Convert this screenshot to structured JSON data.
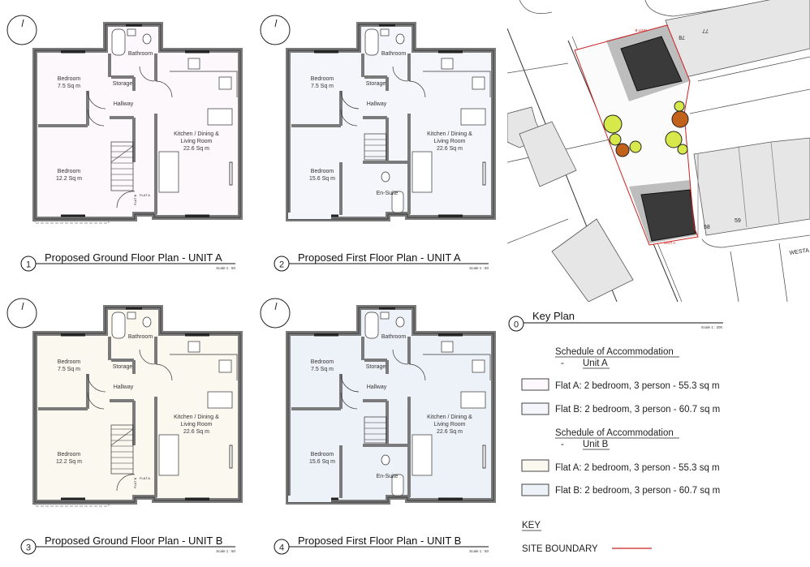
{
  "plans": [
    {
      "number": "1",
      "title": "Proposed Ground Floor Plan - UNIT A",
      "scale": "Scale  1 : 50",
      "floor": "ground",
      "fill": "#fcf8fc",
      "rooms": {
        "bathroom": "Bathroom",
        "storage": "Storage",
        "hallway": "Hallway",
        "bed_small": "Bedroom",
        "bed_small_area": "7.5 Sq m",
        "bed_large": "Bedroom",
        "bed_large_area": "12.2 Sq m",
        "kitchen_1": "Kitchen / Dining &",
        "kitchen_2": "Living Room",
        "kitchen_area": "22.6 Sq m",
        "entrance": "FLAT A",
        "entrance_b": "FLAT B"
      }
    },
    {
      "number": "2",
      "title": "Proposed First Floor Plan - UNIT A",
      "scale": "Scale  1 : 50",
      "floor": "first",
      "fill": "#f4f6fb",
      "rooms": {
        "bathroom": "Bathroom",
        "storage": "Storage",
        "hallway": "Hallway",
        "bed_small": "Bedroom",
        "bed_small_area": "7.5 Sq m",
        "bed_large": "Bedroom",
        "bed_large_area": "15.6 Sq m",
        "kitchen_1": "Kitchen / Dining &",
        "kitchen_2": "Living Room",
        "kitchen_area": "22.6 Sq m",
        "ensuite": "En-Suite"
      }
    },
    {
      "number": "3",
      "title": "Proposed Ground Floor Plan - UNIT B",
      "scale": "Scale  1 : 50",
      "floor": "ground",
      "fill": "#fbf8f0",
      "rooms": {
        "bathroom": "Bathroom",
        "storage": "Storage",
        "hallway": "Hallway",
        "bed_small": "Bedroom",
        "bed_small_area": "7.5 Sq m",
        "bed_large": "Bedroom",
        "bed_large_area": "12.2 Sq m",
        "kitchen_1": "Kitchen / Dining &",
        "kitchen_2": "Living Room",
        "kitchen_area": "22.6 Sq m",
        "entrance": "FLAT A",
        "entrance_b": "FLAT B"
      }
    },
    {
      "number": "4",
      "title": "Proposed First Floor Plan - UNIT B",
      "scale": "Scale  1 : 50",
      "floor": "first",
      "fill": "#edf2f8",
      "rooms": {
        "bathroom": "Bathroom",
        "storage": "Storage",
        "hallway": "Hallway",
        "bed_small": "Bedroom",
        "bed_small_area": "7.5 Sq m",
        "bed_large": "Bedroom",
        "bed_large_area": "15.6 Sq m",
        "kitchen_1": "Kitchen / Dining &",
        "kitchen_2": "Living Room",
        "kitchen_area": "22.6 Sq m",
        "ensuite": "En-Suite"
      }
    }
  ],
  "key_plan": {
    "number": "0",
    "title": "Key Plan",
    "scale": "Scale  1 : 200",
    "house_numbers": [
      "78",
      "77",
      "58",
      "59"
    ],
    "street": "WESTA",
    "unit_labels": [
      "UNIT A",
      "UNIT B"
    ],
    "boundary_color": "#cc2222"
  },
  "schedule": [
    {
      "heading": "Schedule of Accommodation",
      "dash": "-",
      "unit": "Unit A",
      "items": [
        {
          "label": "Flat A: 2 bedroom, 3 person  - 55.3 sq m",
          "color": "#fcf8fc"
        },
        {
          "label": "Flat B: 2 bedroom, 3 person - 60.7 sq m",
          "color": "#f4f6fb"
        }
      ]
    },
    {
      "heading": "Schedule of Accommodation",
      "dash": "-",
      "unit": "Unit B",
      "items": [
        {
          "label": "Flat A: 2 bedroom, 3 person  - 55.3 sq m",
          "color": "#fbf8f0"
        },
        {
          "label": "Flat B: 2 bedroom, 3 person - 60.7 sq m",
          "color": "#edf2f8"
        }
      ]
    }
  ],
  "key": {
    "title": "KEY",
    "site_boundary": "SITE BOUNDARY",
    "site_boundary_color": "#cc2222"
  }
}
